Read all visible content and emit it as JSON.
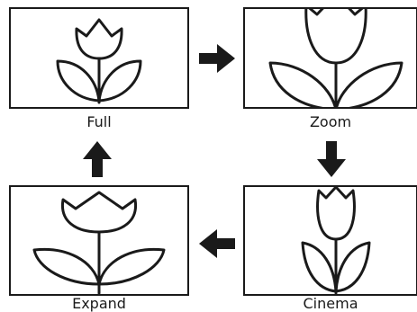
{
  "modes": {
    "full": {
      "label": "Full"
    },
    "zoom": {
      "label": "Zoom"
    },
    "cinema": {
      "label": "Cinema"
    },
    "expand": {
      "label": "Expand"
    }
  },
  "icons": {
    "flow_arrow": "arrow-icon",
    "panel_image": "tulip-icon"
  },
  "colors": {
    "stroke": "#1a1a1a",
    "fill": "#ffffff"
  }
}
